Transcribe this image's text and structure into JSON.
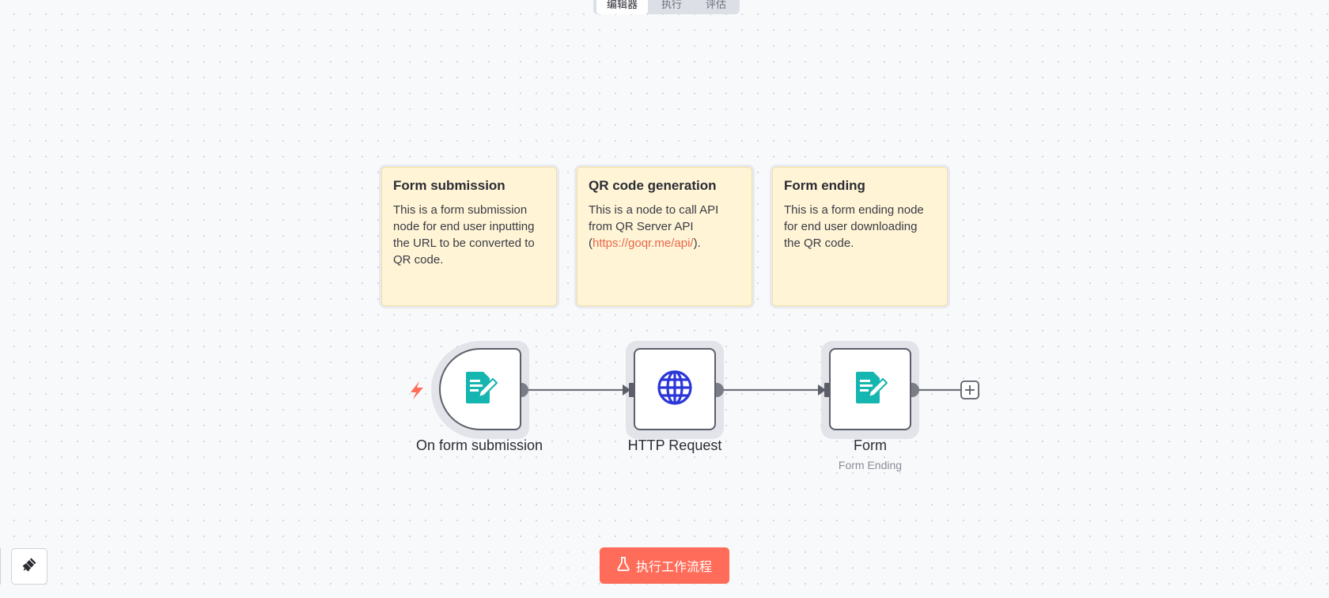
{
  "header_tabs": [
    {
      "label": "编辑器",
      "active": true
    },
    {
      "label": "执行",
      "active": false
    },
    {
      "label": "评估",
      "active": false
    }
  ],
  "sticky_notes": [
    {
      "title": "Form submission",
      "body": "This is a form submission node for end user inputting the URL to be converted to QR code."
    },
    {
      "title": "QR code generation",
      "body_prefix": "This is a node to call API from QR Server API (",
      "link_text": "https://goqr.me/api/",
      "body_suffix": ")."
    },
    {
      "title": "Form ending",
      "body": "This is a form ending node for end user downloading the QR code."
    }
  ],
  "nodes": [
    {
      "label": "On form submission",
      "icon": "form-document-icon",
      "trigger": true
    },
    {
      "label": "HTTP Request",
      "icon": "globe-icon"
    },
    {
      "label": "Form",
      "subtitle": "Form Ending",
      "icon": "form-document-icon"
    }
  ],
  "run_button": {
    "label": "执行工作流程",
    "icon": "flask-icon"
  },
  "tool_button": {
    "icon": "broom-icon"
  },
  "colors": {
    "accent": "#ff6d5a",
    "trigger_bolt": "#ff6d5a",
    "form_icon": "#15b5b0",
    "globe_icon": "#2b36d9",
    "sticky_bg": "#fff5d6",
    "link": "#e8674b"
  }
}
